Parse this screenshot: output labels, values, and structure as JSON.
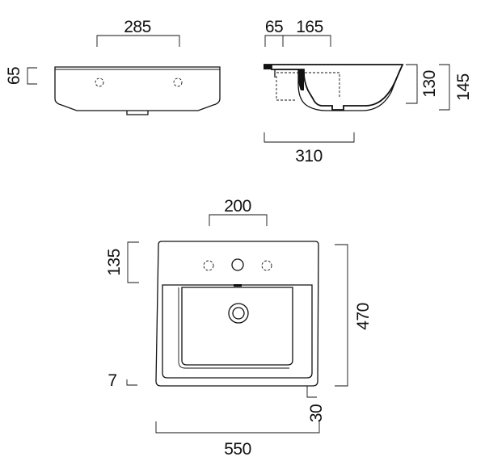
{
  "dimensions": {
    "top_width": "285",
    "top_height": "65",
    "side_rim": "65",
    "side_basin": "165",
    "side_height_inner": "130",
    "side_height_outer": "145",
    "side_depth": "310",
    "front_tap_spacing": "200",
    "front_top_margin": "135",
    "front_height": "470",
    "front_width": "550",
    "front_small_left": "7",
    "front_bottom": "30"
  }
}
